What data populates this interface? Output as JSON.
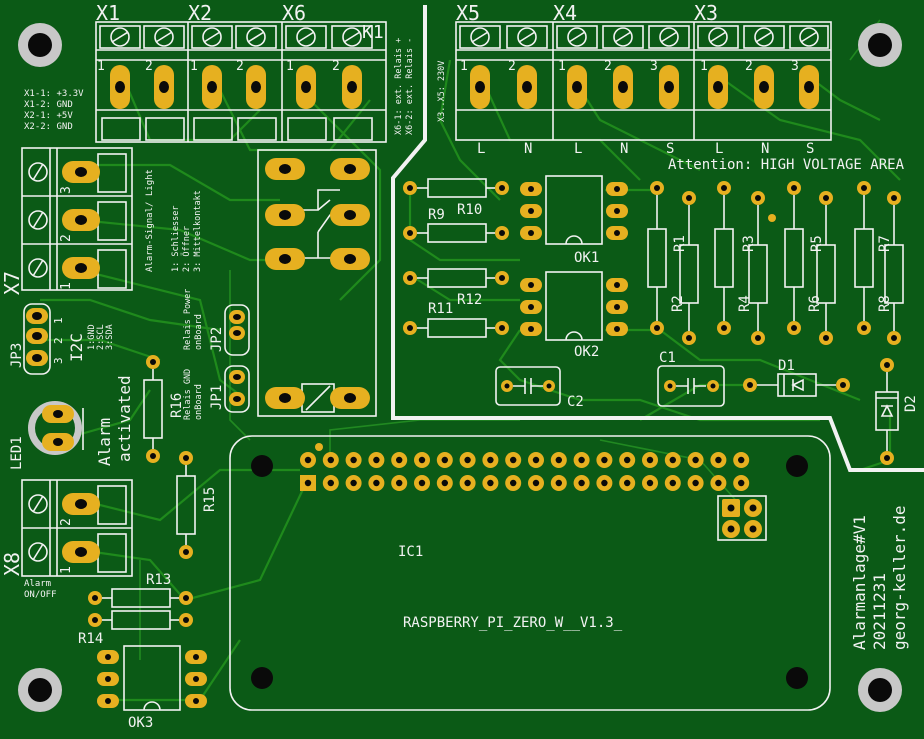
{
  "board": {
    "title": "Alarmanlage#V1",
    "date": "20211231",
    "site": "georg-keller.de",
    "warning": "Attention: HIGH VOLTAGE AREA",
    "colors": {
      "board": "#0b5a16",
      "trace": "#1f8a1c",
      "silk": "#f2f2f2",
      "pad": "#e6b020"
    }
  },
  "connectors": {
    "x1": "X1",
    "x2": "X2",
    "x6": "X6",
    "k1": "K1",
    "x5": "X5",
    "x4": "X4",
    "x3": "X3",
    "x7": "X7",
    "x8": "X8",
    "pin1": "1",
    "pin2": "2",
    "pin3": "3",
    "L": "L",
    "N": "N",
    "S": "S"
  },
  "notes": {
    "x12_1": "X1-1: +3.3V",
    "x12_2": "X1-2: GND",
    "x12_3": "X2-1: +5V",
    "x12_4": "X2-2: GND",
    "x6_1": "X6-1: ext. Relais +",
    "x6_2": "X6-2: ext. Relais -",
    "x35": "X3..X5: 230V",
    "x7_title": "Alarm-Signal/ Light",
    "x7_1": "1: Schliesser",
    "x7_2": "2: Öffner",
    "x7_3": "3: Mittelkontakt",
    "relais_power": "Relais Power",
    "onboard1": "onBoard",
    "relais_gnd": "Relais GND",
    "onboard2": "onBoard",
    "i2c": "I2C",
    "i2c_1": "1:GND",
    "i2c_2": "2:SCL",
    "i2c_3": "3:SDA",
    "alarm": "Alarm",
    "activated": "activated",
    "x8_1": "Alarm",
    "x8_2": "ON/OFF"
  },
  "parts": {
    "jp1": "JP1",
    "jp2": "JP2",
    "jp3": "JP3",
    "led1": "LED1",
    "r1": "R1",
    "r2": "R2",
    "r3": "R3",
    "r4": "R4",
    "r5": "R5",
    "r6": "R6",
    "r7": "R7",
    "r8": "R8",
    "r9": "R9",
    "r10": "R10",
    "r11": "R11",
    "r12": "R12",
    "r13": "R13",
    "r14": "R14",
    "r15": "R15",
    "r16": "R16",
    "ok1": "OK1",
    "ok2": "OK2",
    "ok3": "OK3",
    "c1": "C1",
    "c2": "C2",
    "d1": "D1",
    "d2": "D2",
    "ic1": "IC1",
    "ic1_value": "RASPBERRY_PI_ZERO_W__V1.3_"
  }
}
